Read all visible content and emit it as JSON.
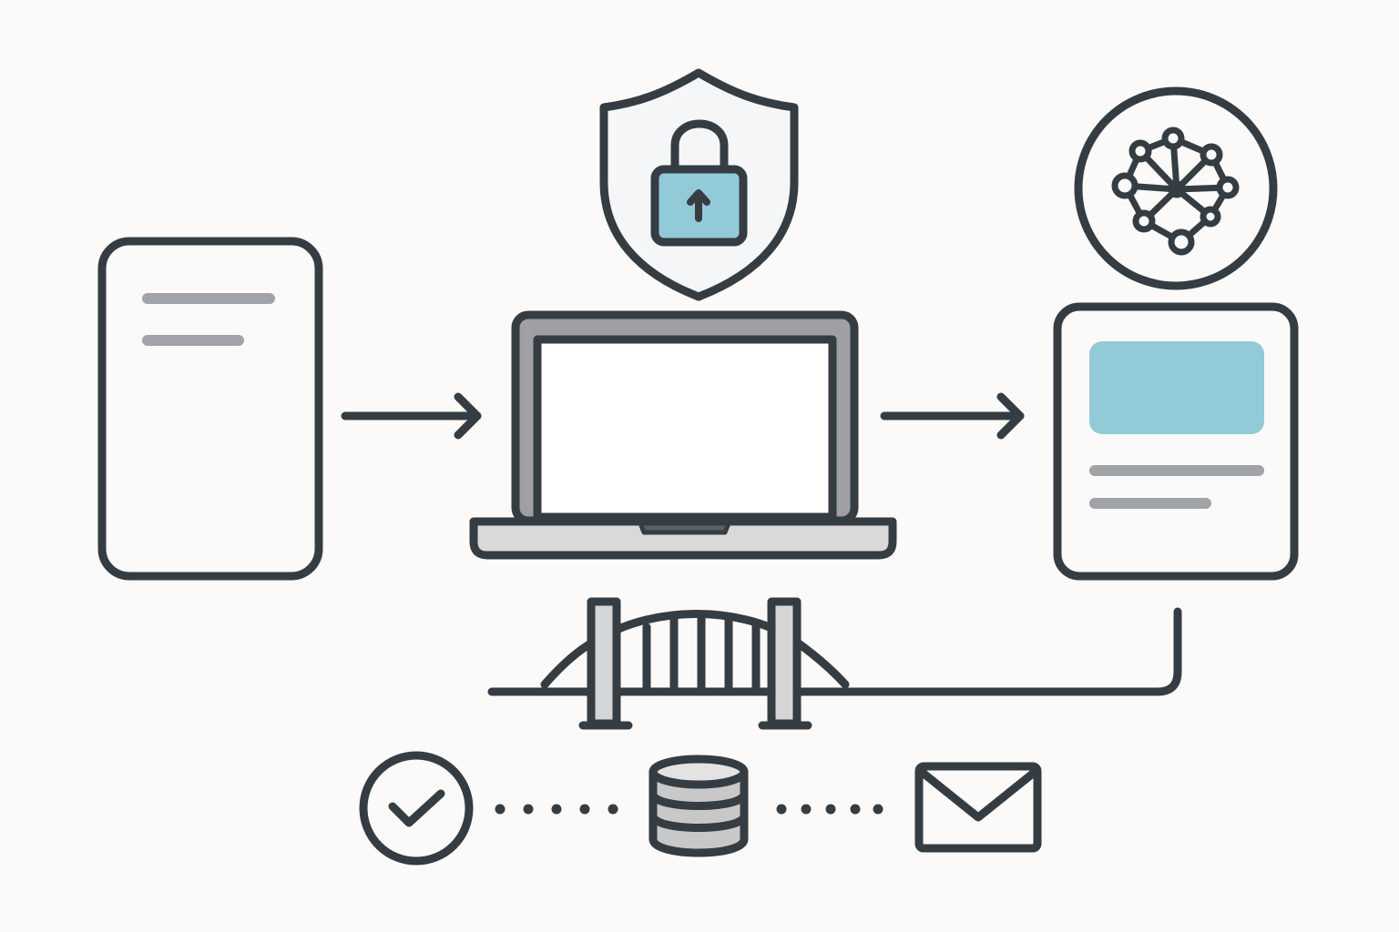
{
  "diagram": {
    "colors": {
      "background": "#fbfaf8",
      "stroke": "#353d43",
      "accent_blue": "#93cad8",
      "line_gray": "#a0a3a8",
      "bezel_gray": "#9ea0a3",
      "base_gray": "#d9d9d9",
      "db_gray": "#c8c8c8"
    },
    "nodes": [
      {
        "id": "source-document",
        "icon": "document-icon"
      },
      {
        "id": "secure-laptop",
        "icon": "laptop-icon"
      },
      {
        "id": "security-shield",
        "icon": "shield-lock-icon"
      },
      {
        "id": "ai-network",
        "icon": "neural-network-icon"
      },
      {
        "id": "output-card",
        "icon": "image-card-icon"
      },
      {
        "id": "bridge",
        "icon": "bridge-icon"
      },
      {
        "id": "verified",
        "icon": "checkmark-circle-icon"
      },
      {
        "id": "database",
        "icon": "database-icon"
      },
      {
        "id": "mail",
        "icon": "envelope-icon"
      }
    ],
    "connections": [
      {
        "from": "source-document",
        "to": "secure-laptop",
        "style": "arrow"
      },
      {
        "from": "secure-laptop",
        "to": "output-card",
        "style": "arrow"
      },
      {
        "from": "output-card",
        "to": "bridge",
        "style": "elbow-line"
      },
      {
        "from": "verified",
        "to": "database",
        "style": "dotted"
      },
      {
        "from": "database",
        "to": "mail",
        "style": "dotted"
      }
    ]
  }
}
